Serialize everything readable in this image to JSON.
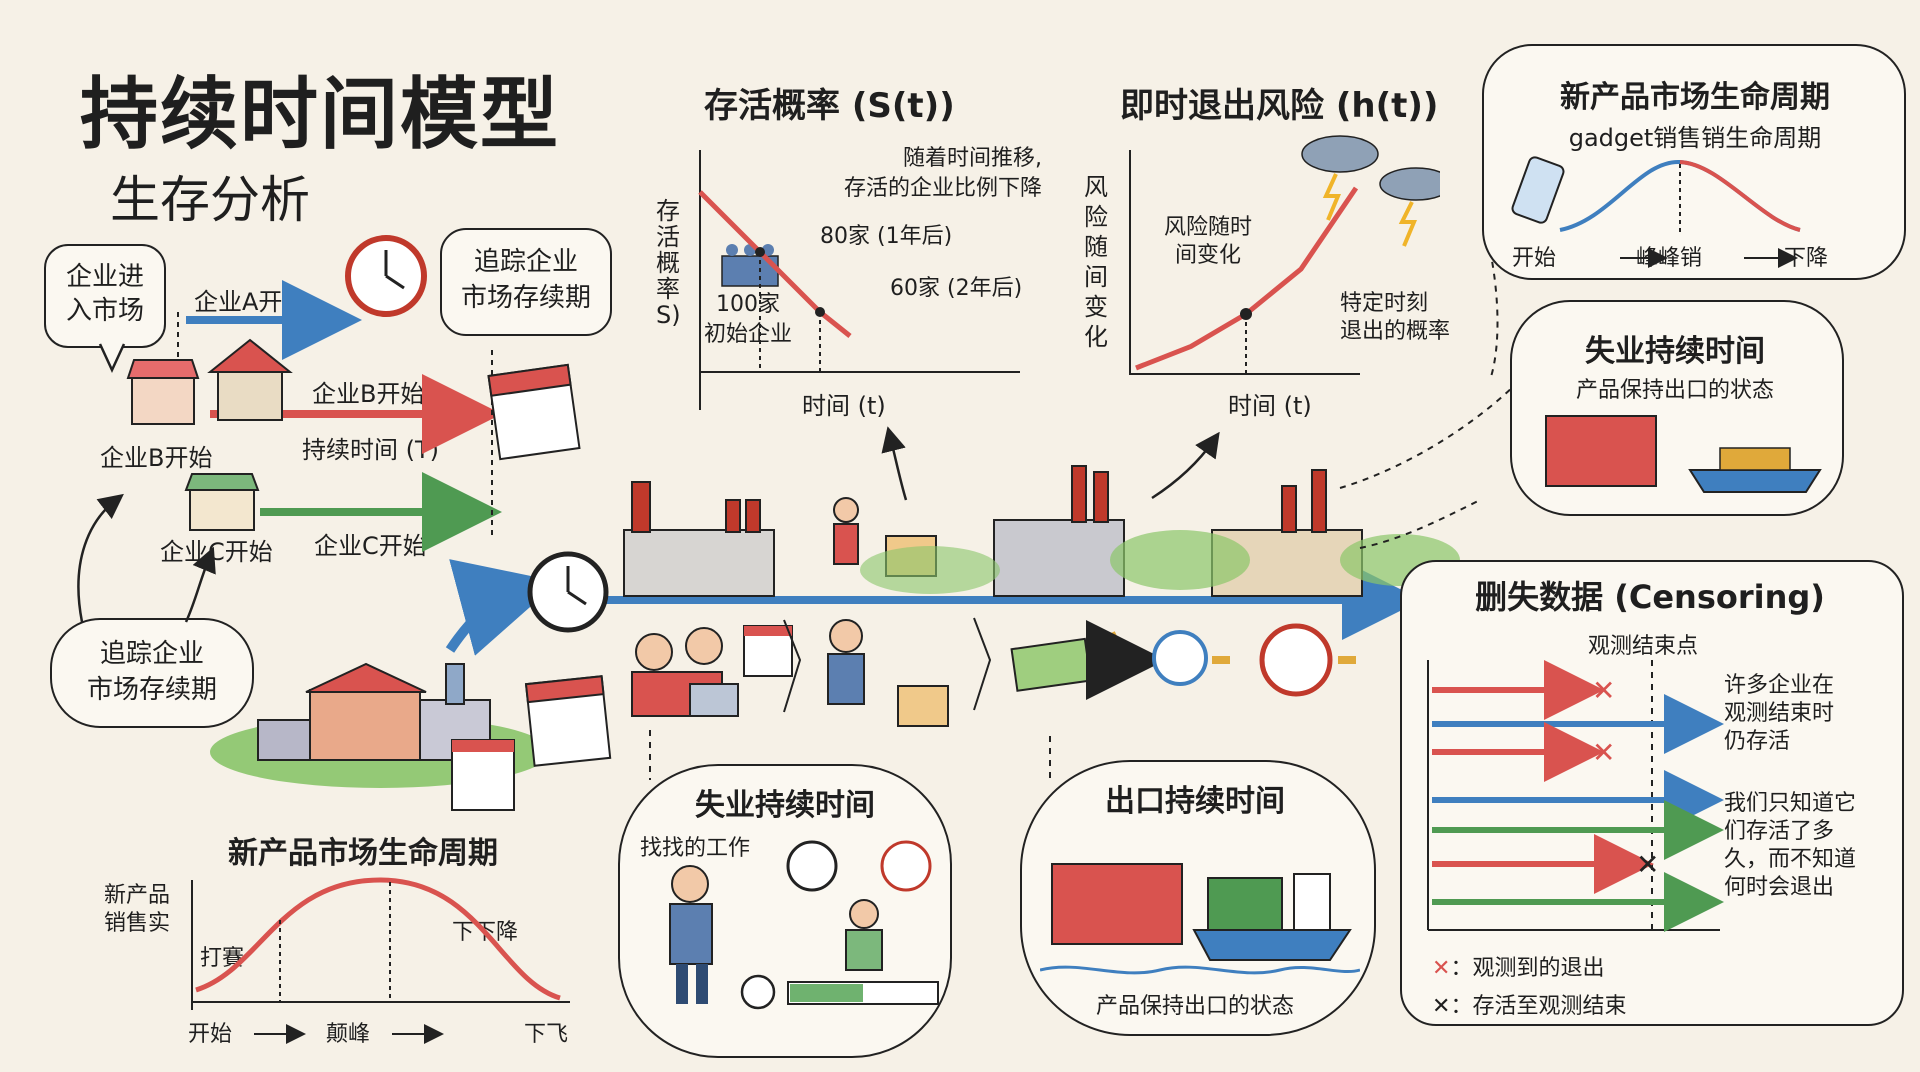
{
  "header": {
    "title": "持续时间模型",
    "subtitle": "生存分析"
  },
  "left": {
    "bubble_enter": "企业进\n入市场",
    "bubble_track": "追踪企业\n市场存续期",
    "bubble_track2": "追踪企业\n市场存续期",
    "a_start": "企业A开始",
    "b_start_arrow": "企业B开始",
    "b_start_label": "企业B开始",
    "duration": "持续时间 (T)",
    "c_start_label": "企业C开始",
    "c_start_arrow": "企业C开始"
  },
  "survival": {
    "title": "存活概率 (S(t))",
    "ylabel": "存活概率S)",
    "xlabel": "时间 (t)",
    "annotation": "随着时间推移,\n存活的企业比例下降",
    "point1": "80家 (1年后)",
    "point2": "60家 (2年后)",
    "initial": "100家\n初始企业",
    "ellipsis": "..."
  },
  "hazard": {
    "title": "即时退出风险 (h(t))",
    "ylabel": "风险随间变化",
    "xlabel": "时间 (t)",
    "note1": "风险随时\n间变化",
    "note2": "特定时刻\n退出的概率"
  },
  "lifecycle_top": {
    "title": "新产品市场生命周期",
    "subtitle": "gadget销售销生命周期",
    "start": "开始",
    "peak": "峰峰销",
    "decline": "下降"
  },
  "unemp_top": {
    "title": "失业持续时间",
    "subtitle": "产品保持出口的状态"
  },
  "censor": {
    "title": "删失数据 (Censoring)",
    "endpoint": "观测结束点",
    "note1": "许多企业在\n观测结束时\n仍存活",
    "note2": "我们只知道它\n们存活了多\n久，而不知道\n何时会退出",
    "legend1": "：观测到的退出",
    "legend2": "：存活至观测结束"
  },
  "lifecycle_bottom": {
    "title": "新产品市场生命周期",
    "ylabel": "新产品\n销售实",
    "launch": "打賽",
    "decline": "下下降",
    "start": "开始",
    "peak": "颠峰",
    "end": "下飞"
  },
  "unemp_bottom": {
    "title": "失业持续时间",
    "subtitle": "找找的工作"
  },
  "export_bottom": {
    "title": "出口持续时间",
    "subtitle": "产品保持出口的状态"
  },
  "chart_data": [
    {
      "type": "line",
      "title": "存活概率 (S(t))",
      "xlabel": "时间 (t)",
      "ylabel": "存活概率S)",
      "series": [
        {
          "values": [
            {
              "x": 0,
              "y": 100
            },
            {
              "x": 1,
              "y": 80
            },
            {
              "x": 2,
              "y": 60
            },
            {
              "x": 2.5,
              "y": 52
            }
          ]
        }
      ]
    },
    {
      "type": "line",
      "title": "即时退出风险 (h(t))",
      "xlabel": "时间 (t)",
      "ylabel": "风险随间变化",
      "series": [
        {
          "values": [
            {
              "x": 0,
              "y": 0
            },
            {
              "x": 1,
              "y": 0.12
            },
            {
              "x": 2,
              "y": 0.3
            },
            {
              "x": 3,
              "y": 0.55
            },
            {
              "x": 4,
              "y": 1.0
            }
          ]
        }
      ]
    }
  ],
  "colors": {
    "red": "#d9534f",
    "blue": "#3f7fbf",
    "green": "#4f9a52",
    "ink": "#222222",
    "paper": "#f6f1e7"
  }
}
